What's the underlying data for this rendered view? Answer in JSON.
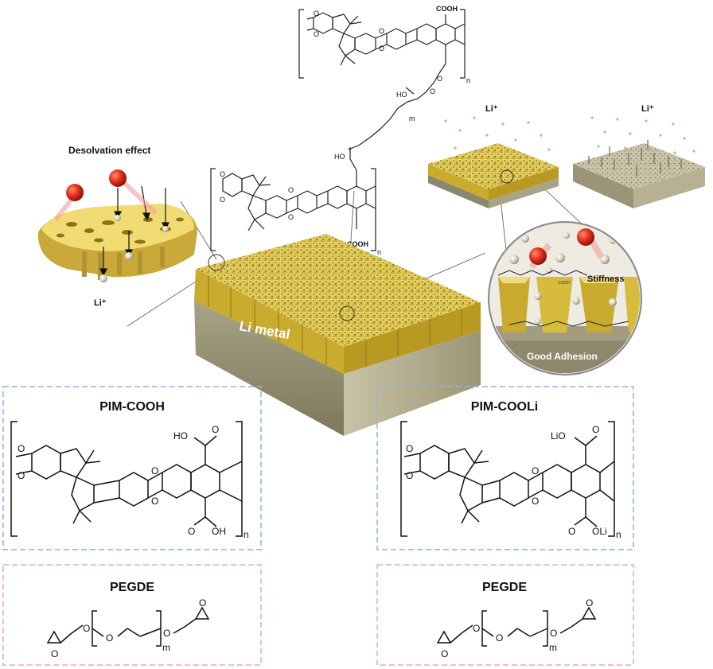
{
  "labels": {
    "desolvation": "Desolvation effect",
    "li_ion_left": "Li⁺",
    "li_ion_top_a": "Li⁺",
    "li_ion_top_b": "Li⁺",
    "li_metal": "Li metal",
    "stiffness": "Stiffness",
    "good_adhesion": "Good Adhesion",
    "top_cooh": "COOH",
    "top_n": "n",
    "top_m": "m",
    "top_ho": "HO",
    "mid_cooh": "COOH",
    "mid_n": "n",
    "inset_cooh": "COOH"
  },
  "boxes": [
    {
      "title": "PIM-COOH",
      "top_group": "HO",
      "bottom_group": "OH",
      "subscript": "n"
    },
    {
      "title": "PIM-COOLi",
      "top_group": "LiO",
      "bottom_group": "OLi",
      "subscript": "n"
    }
  ],
  "pegde": [
    {
      "title": "PEGDE",
      "subscript": "m"
    },
    {
      "title": "PEGDE",
      "subscript": "m"
    }
  ],
  "colors": {
    "blue_dash": "#8fb4d9",
    "pink_dash": "#e8a6c6",
    "gold": "#d8c24a",
    "metal": "#9a9376",
    "ion_red": "#d9261c"
  }
}
